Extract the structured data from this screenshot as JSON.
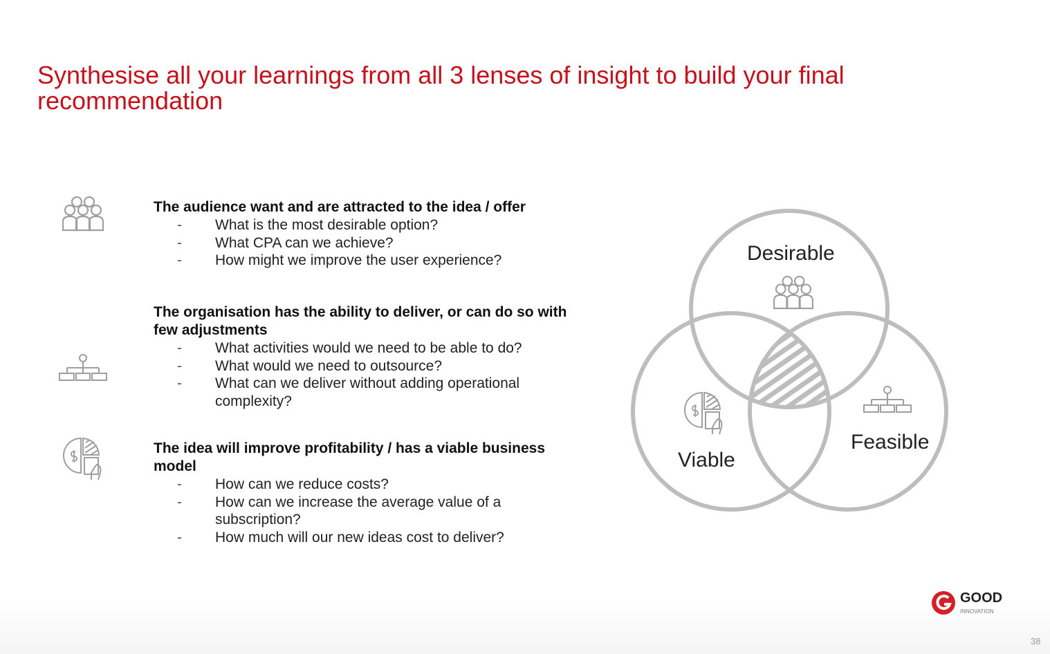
{
  "title": "Synthesise all your learnings from all 3 lenses of insight to build your final recommendation",
  "sections": [
    {
      "heading": "The audience want and are attracted to the idea / offer",
      "icon": "people-group-icon",
      "items": [
        "What is the most desirable option?",
        "What CPA can we achieve?",
        "How might we improve the user experience?"
      ]
    },
    {
      "heading": "The organisation has the ability to deliver, or can do so with few adjustments",
      "icon": "org-chart-icon",
      "items": [
        "What activities would we need to be able to do?",
        "What would we need to outsource?",
        "What can we deliver without adding operational complexity?"
      ]
    },
    {
      "heading": "The idea will improve profitability / has a viable business model",
      "icon": "pie-chart-money-icon",
      "items": [
        "How can we reduce costs?",
        "How can we increase the average value of a subscription?",
        "How much will our new ideas cost to deliver?"
      ]
    }
  ],
  "bullet_marker": "-",
  "venn": {
    "desirable": "Desirable",
    "viable": "Viable",
    "feasible": "Feasible"
  },
  "logo": {
    "name": "GOOD",
    "sub": "INNOVATION"
  },
  "page_number": "38",
  "colors": {
    "accent": "#c4111c",
    "circle": "#bdbdbd",
    "icon": "#9e9e9e"
  }
}
